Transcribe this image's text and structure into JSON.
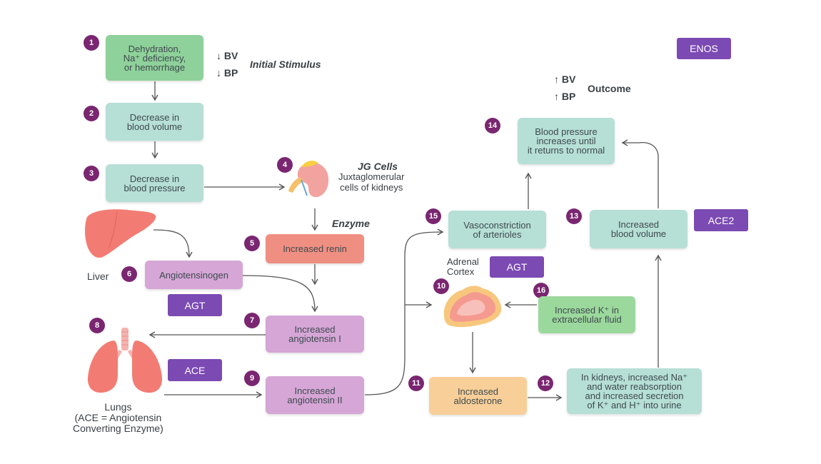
{
  "steps": {
    "s1": {
      "num": "1",
      "label": "Dehydration,\nNa⁺ deficiency,\nor hemorrhage"
    },
    "s2": {
      "num": "2",
      "label": "Decrease in\nblood volume"
    },
    "s3": {
      "num": "3",
      "label": "Decrease in\nblood pressure"
    },
    "s4": {
      "num": "4",
      "title": "JG Cells",
      "label": "Juxtaglomerular\ncells of kidneys"
    },
    "s5": {
      "num": "5",
      "label": "Increased renin"
    },
    "s6": {
      "num": "6",
      "label": "Angiotensinogen"
    },
    "s7": {
      "num": "7",
      "label": "Increased\nangiotensin I"
    },
    "s8": {
      "num": "8"
    },
    "s9": {
      "num": "9",
      "label": "Increased\nangiotensin II"
    },
    "s10": {
      "num": "10"
    },
    "s11": {
      "num": "11",
      "label": "Increased\naldosterone"
    },
    "s12": {
      "num": "12",
      "label": "In kidneys, increased Na⁺\nand water reabsorption\nand increased secretion\nof K⁺ and H⁺ into urine"
    },
    "s13": {
      "num": "13",
      "label": "Increased\nblood volume"
    },
    "s14": {
      "num": "14",
      "label": "Blood pressure\nincreases until\nit returns to normal"
    },
    "s15": {
      "num": "15",
      "label": "Vasoconstriction\nof arterioles"
    },
    "s16": {
      "num": "16",
      "label": "Increased K⁺ in\nextracellular fluid"
    }
  },
  "stimulus": {
    "bv": "↓ BV",
    "bp": "↓ BP",
    "label": "Initial Stimulus"
  },
  "outcome": {
    "bv": "↑ BV",
    "bp": "↑ BP",
    "label": "Outcome"
  },
  "enzyme_label": "Enzyme",
  "liver_label": "Liver",
  "lungs_label": "Lungs\n(ACE = Angiotensin\nConverting Enzyme)",
  "adrenal_label": "Adrenal\nCortex",
  "tags": {
    "enos": "ENOS",
    "ace2": "ACE2",
    "agt_top": "AGT",
    "agt_left": "AGT",
    "ace": "ACE"
  },
  "colors": {
    "number_circle": "#7a2670",
    "tag": "#7b4ab3",
    "arrow": "#555555"
  }
}
